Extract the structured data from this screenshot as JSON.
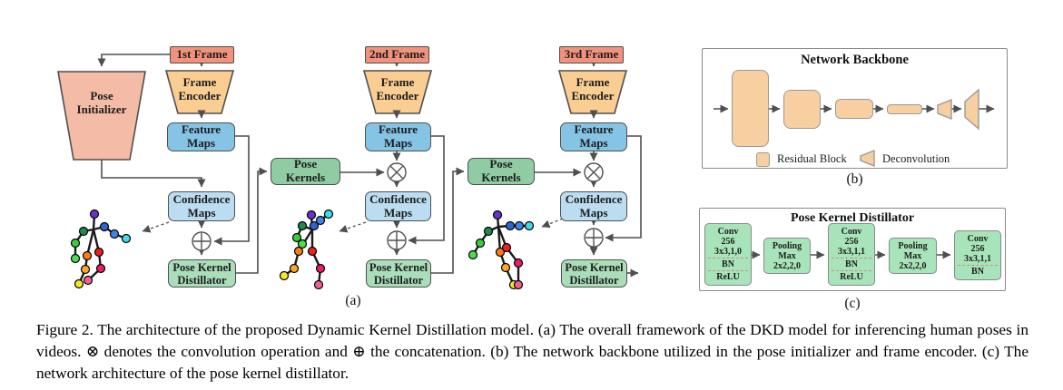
{
  "colors": {
    "frame_box": "#F2917C",
    "pose_initializer": "#F4BCA6",
    "frame_encoder": "#FACD92",
    "feature_maps": "#85C4E4",
    "confidence_maps": "#BBDDF2",
    "pose_kernels": "#8FCBA3",
    "pose_kernel_distillator": "#A9DEB8",
    "backbone_block": "#F8CFA1",
    "pkd_block": "#A8E4B9",
    "line": "#4F4F4F"
  },
  "panel_a": {
    "label": "(a)",
    "pose_initializer": "Pose\nInitializer",
    "pose_kernels_1": "Pose\nKernels",
    "pose_kernels_2": "Pose\nKernels",
    "operators": {
      "convolution": "⊗",
      "concatenation": "⊕"
    },
    "columns": [
      {
        "frame": "1st Frame",
        "encoder": "Frame\nEncoder",
        "feature": "Feature\nMaps",
        "confidence": "Confidence\nMaps",
        "distillator": "Pose Kernel\nDistillator"
      },
      {
        "frame": "2nd Frame",
        "encoder": "Frame\nEncoder",
        "feature": "Feature\nMaps",
        "confidence": "Confidence\nMaps",
        "distillator": "Pose Kernel\nDistillator"
      },
      {
        "frame": "3rd Frame",
        "encoder": "Frame\nEncoder",
        "feature": "Feature\nMaps",
        "confidence": "Confidence\nMaps",
        "distillator": "Pose Kernel\nDistillator"
      }
    ]
  },
  "panel_b": {
    "label": "(b)",
    "title": "Network Backbone",
    "legend": [
      {
        "icon": "residual-block-icon",
        "label": "Residual Block"
      },
      {
        "icon": "deconvolution-icon",
        "label": "Deconvolution"
      }
    ]
  },
  "panel_c": {
    "label": "(c)",
    "title": "Pose Kernel Distillator",
    "blocks": [
      {
        "l1": "Conv",
        "l2": "256",
        "l3": "3x3,1,0",
        "l4": "BN",
        "l5": "ReLU"
      },
      {
        "l1": "Pooling",
        "l2": "Max",
        "l3": "2x2,2,0"
      },
      {
        "l1": "Conv",
        "l2": "256",
        "l3": "3x3,1,1",
        "l4": "BN",
        "l5": "ReLU"
      },
      {
        "l1": "Pooling",
        "l2": "Max",
        "l3": "2x2,2,0"
      },
      {
        "l1": "Conv",
        "l2": "256",
        "l3": "3x3,1,1",
        "l4": "BN"
      }
    ]
  },
  "caption": "Figure 2. The architecture of the proposed Dynamic Kernel Distillation model. (a) The overall framework of the DKD model for inferencing human poses in videos. ⊗ denotes the convolution operation and ⊕ the concatenation. (b) The network backbone utilized in the pose initializer and frame encoder. (c) The network architecture of the pose kernel distillator."
}
